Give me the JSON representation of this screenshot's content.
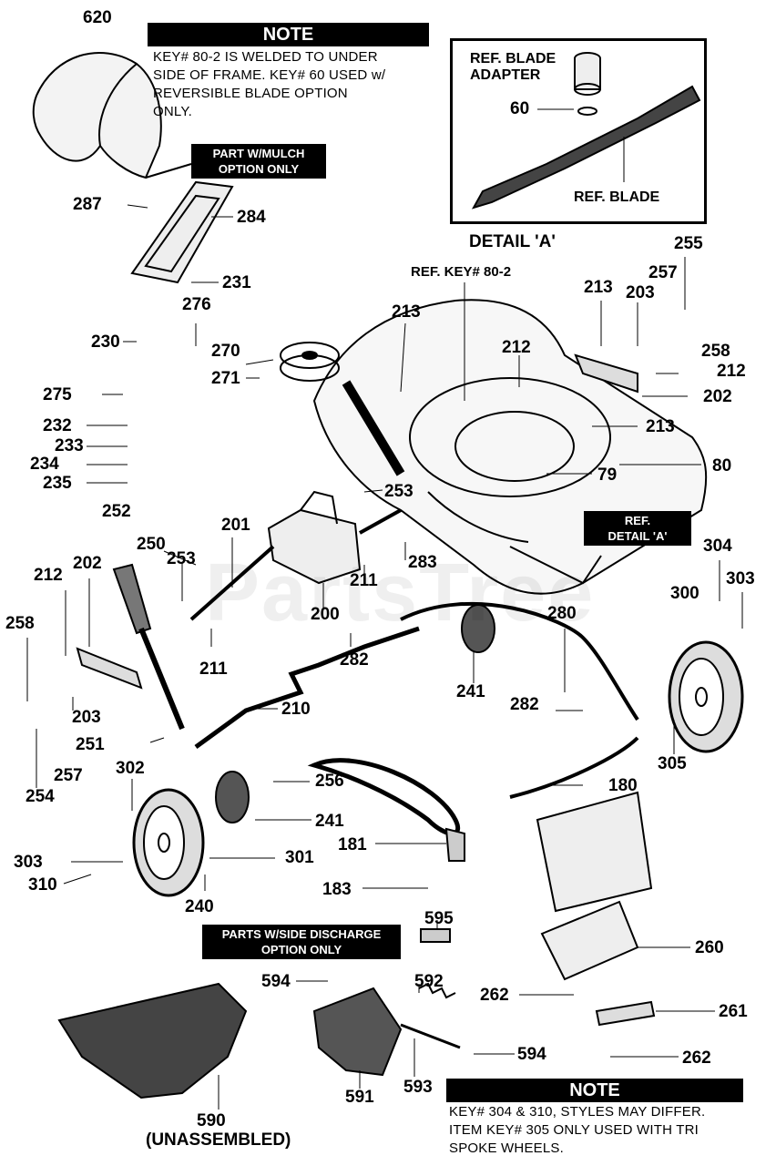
{
  "note_top": {
    "heading": "NOTE",
    "lines": [
      "KEY# 80-2 IS WELDED TO UNDER",
      "SIDE OF FRAME. KEY# 60 USED w/",
      "REVERSIBLE BLADE OPTION",
      "ONLY."
    ]
  },
  "note_bottom": {
    "heading": "NOTE",
    "lines": [
      "KEY# 304 & 310, STYLES MAY DIFFER.",
      "ITEM KEY# 305 ONLY USED WITH TRI",
      "SPOKE WHEELS."
    ]
  },
  "callouts": {
    "mulch": [
      "PART W/MULCH",
      "OPTION ONLY"
    ],
    "side_discharge": [
      "PARTS W/SIDE DISCHARGE",
      "OPTION ONLY"
    ],
    "ref_detail": [
      "REF.",
      "DETAIL 'A'"
    ]
  },
  "detail_a": {
    "title": "DETAIL 'A'",
    "blade_adapter": [
      "REF. BLADE",
      "ADAPTER"
    ],
    "washer_key": "60",
    "blade": "REF. BLADE"
  },
  "ref_key_label": "REF. KEY# 80-2",
  "watermark": "PartsTree",
  "part_labels": {
    "p620": "620",
    "p287": "287",
    "p284": "284",
    "p231": "231",
    "p276": "276",
    "p230": "230",
    "p270": "270",
    "p271": "271",
    "p275": "275",
    "p232": "232",
    "p233": "233",
    "p234": "234",
    "p235": "235",
    "p213a": "213",
    "p213b": "213",
    "p213c": "213",
    "p203a": "203",
    "p257a": "257",
    "p255": "255",
    "p258a": "258",
    "p212a": "212",
    "p212b": "212",
    "p202a": "202",
    "p80": "80",
    "p79": "79",
    "p253a": "253",
    "p252": "252",
    "p201": "201",
    "p250": "250",
    "p253b": "253",
    "p212c": "212",
    "p202b": "202",
    "p258b": "258",
    "p211a": "211",
    "p211b": "211",
    "p200": "200",
    "p283": "283",
    "p282a": "282",
    "p280": "280",
    "p304": "304",
    "p300": "300",
    "p303a": "303",
    "p241a": "241",
    "p203b": "203",
    "p257b": "257",
    "p254": "254",
    "p251": "251",
    "p210": "210",
    "p282b": "282",
    "p305": "305",
    "p302": "302",
    "p256": "256",
    "p180": "180",
    "p241b": "241",
    "p303b": "303",
    "p301": "301",
    "p181": "181",
    "p310": "310",
    "p183": "183",
    "p240": "240",
    "p595": "595",
    "p260": "260",
    "p594a": "594",
    "p592": "592",
    "p262a": "262",
    "p261": "261",
    "p594b": "594",
    "p591": "591",
    "p593": "593",
    "p262b": "262",
    "p590": "590",
    "p590_sub": "(UNASSEMBLED)"
  }
}
